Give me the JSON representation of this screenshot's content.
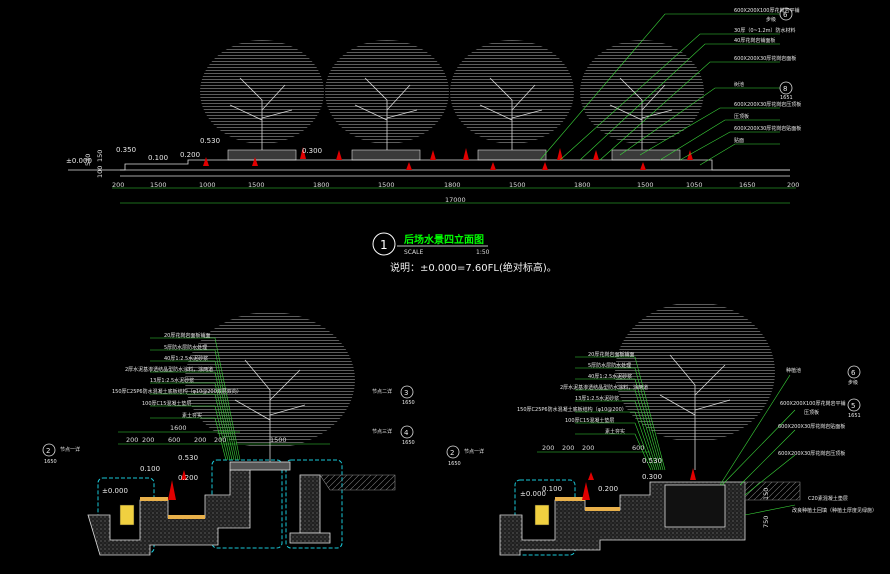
{
  "elevation": {
    "levels": [
      "±0.000",
      "0.350",
      "0.100",
      "0.200",
      "0.530",
      "0.300"
    ],
    "left_heights": [
      "530",
      "100",
      "150"
    ],
    "segments": [
      "200",
      "1500",
      "1000",
      "1500",
      "1800",
      "1500",
      "1800",
      "1500",
      "1800",
      "1500",
      "1050",
      "1650",
      "200"
    ],
    "total": "17000",
    "callouts": [
      "600X200X100厚花岗岩平铺",
      "步级",
      "30厚（0~1.2m）防水材料",
      "40厚花岗岩铺面板",
      "600X200X30厚花岗岩面板",
      "树池",
      "600X200X30厚花岗岩压顶板",
      "压顶板",
      "600X200X30厚花岗岩贴面板",
      "贴面"
    ],
    "callout_markers": [
      {
        "num": "6",
        "sub": "步级"
      },
      {
        "num": "8",
        "sub": "1651"
      }
    ]
  },
  "title_block": {
    "number": "1",
    "title": "后场水景四立面图",
    "scale_label": "SCALE",
    "scale_value": "1:50",
    "note": "说明：±0.000=7.60FL(绝对标高)。"
  },
  "section_left": {
    "layers": [
      "20厚花岗岩面板铺面",
      "5厚防水层防水处理",
      "40厚1:2.5水泥砂浆",
      "2厚水泥基渗透结晶型防水涂料，涂两道",
      "13厚1:2.5水泥砂浆",
      "150厚C25P6防水混凝土底板结构（φ10@200双层双向）",
      "100厚C15混凝土垫层",
      "素土夯实"
    ],
    "dims_top": [
      "200",
      "200",
      "600",
      "200",
      "200",
      "1500"
    ],
    "dim_1600": "1600",
    "levels": [
      "±0.000",
      "0.100",
      "0.200",
      "0.530"
    ],
    "tags": [
      {
        "label": "节点一详",
        "num": "2",
        "sub": "1650"
      },
      {
        "label": "节点二详",
        "num": "3",
        "sub": "1650"
      },
      {
        "label": "节点三详",
        "num": "4",
        "sub": "1650"
      }
    ]
  },
  "section_right": {
    "layers": [
      "20厚花岗岩面板铺面",
      "5厚防水层防水处理",
      "40厚1:2.5水泥砂浆",
      "2厚水泥基渗透结晶型防水涂料，涂两道",
      "13厚1:2.5水泥砂浆",
      "150厚C25P6防水混凝土底板结构（φ10@200）",
      "100厚C15混凝土垫层",
      "素土夯实"
    ],
    "dims_top": [
      "200",
      "200",
      "200",
      "600"
    ],
    "levels": [
      "±0.000",
      "0.100",
      "0.200",
      "0.530",
      "0.300"
    ],
    "right_callouts": [
      "种植池",
      "600X200X100厚花岗岩平铺",
      "压顶板",
      "600X200X30厚花岗岩贴面板",
      "600X200X30厚花岗岩压顶板",
      "C20素混凝土垫层",
      "改良种植土回填（种植土厚度见绿施）"
    ],
    "right_dims": [
      "750",
      "150"
    ],
    "tag": {
      "label": "节点一详",
      "num": "2",
      "sub": "1650"
    },
    "markers": [
      {
        "num": "6",
        "sub": "步级"
      },
      {
        "num": "5",
        "sub": "1651"
      }
    ]
  }
}
